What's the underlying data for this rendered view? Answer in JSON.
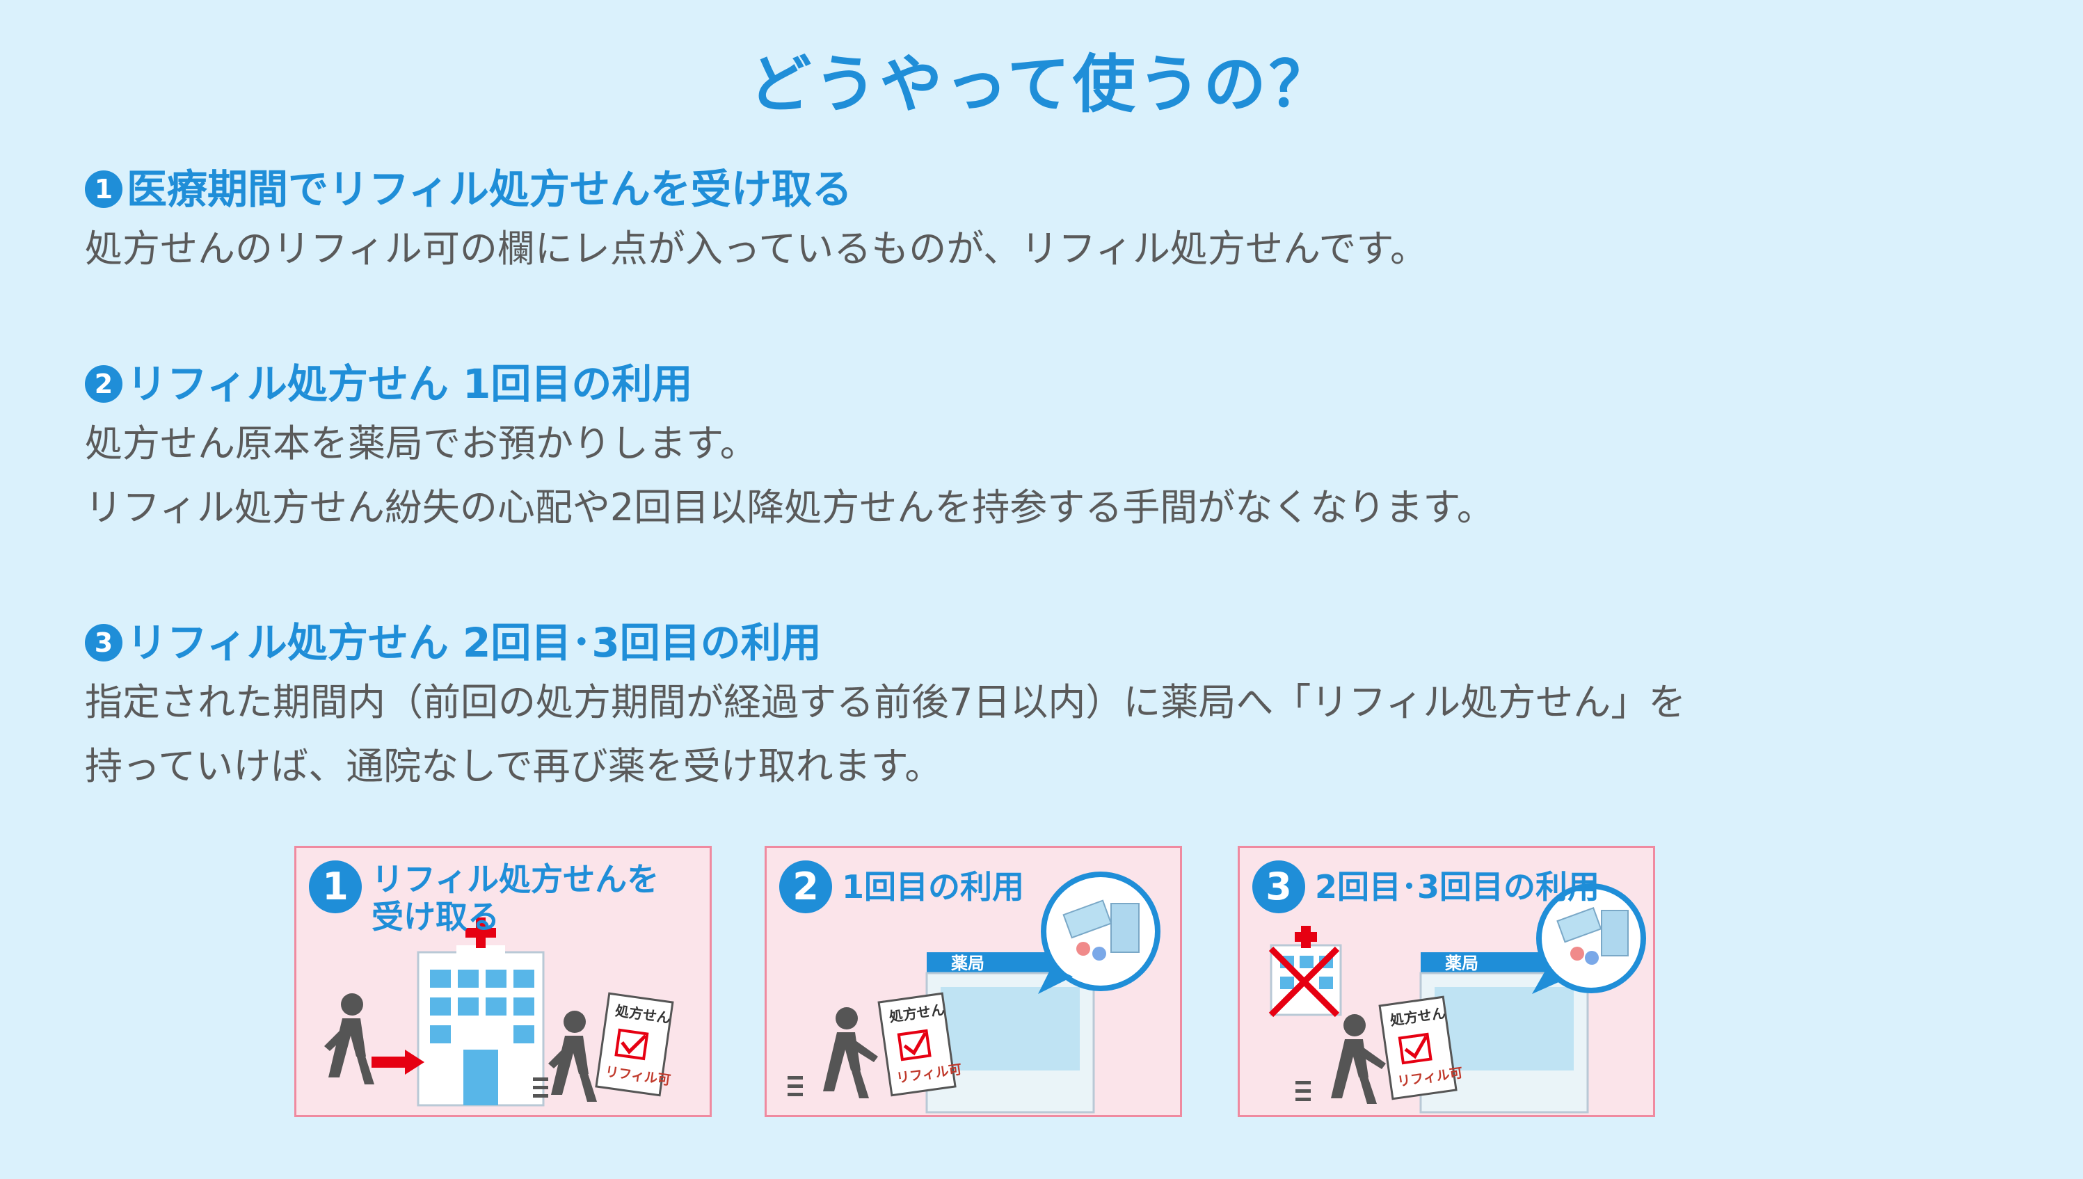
{
  "title": "どうやって使うの？",
  "steps": [
    {
      "num": "1",
      "heading": "医療期間でリフィル処方せんを受け取る",
      "lines": [
        " 処方せんのリフィル可の欄にレ点が入っているものが、リフィル処方せんです。"
      ]
    },
    {
      "num": "2",
      "heading": "リフィル処方せん 1回目の利用",
      "lines": [
        "処方せん原本を薬局でお預かりします。",
        "リフィル処方せん紛失の心配や2回目以降処方せんを持参する手間がなくなります。"
      ]
    },
    {
      "num": "3",
      "heading": "リフィル処方せん 2回目･3回目の利用",
      "lines": [
        "指定された期間内（前回の処方期間が経過する前後7日以内）に薬局へ「リフィル処方せん」を",
        "持っていけば、通院なしで再び薬を受け取れます。"
      ]
    }
  ],
  "cards": [
    {
      "num": "1",
      "line1": "リフィル処方せんを",
      "line2": "受け取る",
      "doc_title": "処方せん",
      "doc_label": "リフィル可"
    },
    {
      "num": "2",
      "line1": "1回目の利用",
      "line2": "",
      "doc_title": "処方せん",
      "doc_label": "リフィル可",
      "sign": "薬局"
    },
    {
      "num": "3",
      "line1": "2回目･3回目の利用",
      "line2": "",
      "doc_title": "処方せん",
      "doc_label": "リフィル可",
      "sign": "薬局"
    }
  ],
  "colors": {
    "accent": "#1f8ed8",
    "card_bg": "#fbe4ea",
    "card_border": "#ef8aa0",
    "page_bg": "#daf1fc",
    "red": "#e60012"
  }
}
